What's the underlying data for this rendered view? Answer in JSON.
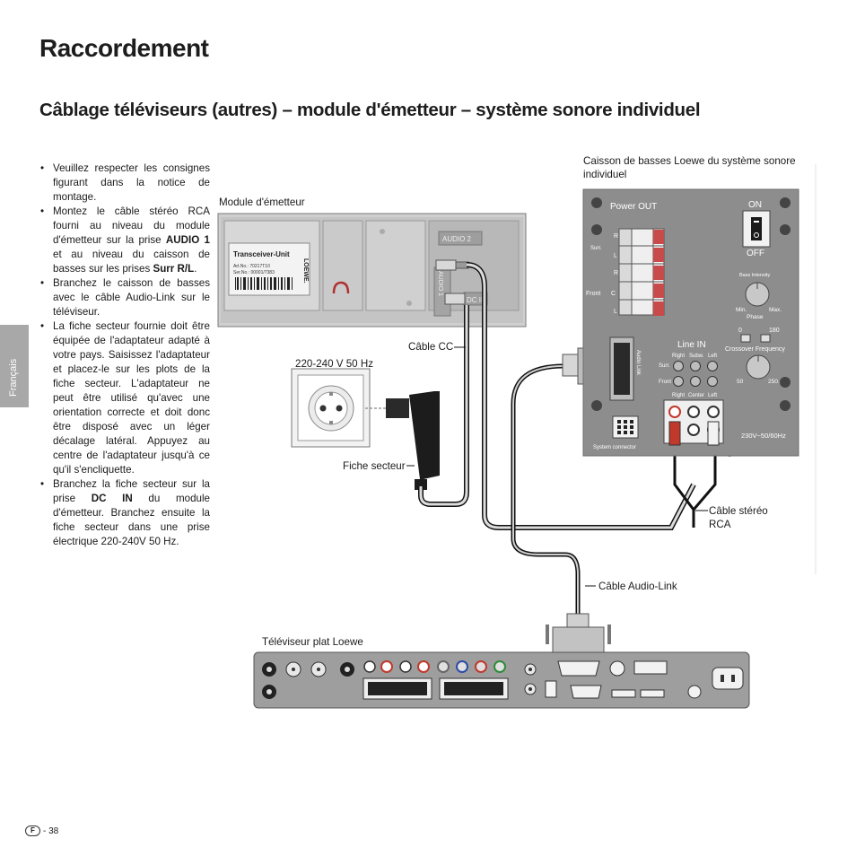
{
  "page_title": "Raccordement",
  "section_title": "Câblage téléviseurs (autres) – module d'émetteur – système sonore individuel",
  "side_tab": "Français",
  "instructions": [
    {
      "pre": "Veuillez respecter les consignes figurant dans la notice de montage.",
      "b1": "",
      "mid": "",
      "b2": "",
      "post": ""
    },
    {
      "pre": "Montez le câble stéréo RCA fourni au niveau du module d'émetteur sur la prise ",
      "b1": "AUDIO 1",
      "mid": " et au niveau du caisson de basses sur les prises ",
      "b2": "Surr R/L",
      "post": "."
    },
    {
      "pre": "Branchez le caisson de basses avec le câble Audio-Link sur le téléviseur.",
      "b1": "",
      "mid": "",
      "b2": "",
      "post": ""
    },
    {
      "pre": "La fiche secteur fournie doit être équipée de l'adaptateur adapté à votre pays. Saisissez l'adaptateur et placez-le sur les plots de la fiche secteur. L'adaptateur ne peut être utilisé qu'avec une orientation correcte et doit donc être disposé avec un léger décalage latéral. Appuyez au centre de l'adaptateur jusqu'à ce qu'il s'encliquette.",
      "b1": "",
      "mid": "",
      "b2": "",
      "post": ""
    },
    {
      "pre": "Branchez la fiche secteur sur la prise ",
      "b1": "DC IN",
      "mid": " du module d'émetteur. Branchez ensuite la fiche secteur dans une prise électrique 220-240V 50 Hz.",
      "b2": "",
      "post": ""
    }
  ],
  "diagram": {
    "module_label": "Module d'émetteur",
    "subwoofer_label": "Caisson de basses Loewe du système sonore individuel",
    "cable_dc_label": "Câble CC",
    "outlet_label": "220-240 V 50 Hz",
    "plug_label": "Fiche secteur",
    "cable_rca_label": "Câble stéréo RCA",
    "cable_audiolink_label": "Câble Audio-Link",
    "tv_label": "Téléviseur plat Loewe",
    "module": {
      "unit_title": "Transceiver-Unit",
      "art_no": "Art.No.: 70217T10",
      "ser_no": "Ser.No.: 00001/7383",
      "brand": "LOEWE.",
      "audio2": "AUDIO 2",
      "audio1": "AUDIO 1",
      "dc_in": "DC IN"
    },
    "subwoofer": {
      "power_out": "Power OUT",
      "on": "ON",
      "off": "OFF",
      "r": "R",
      "l": "L",
      "c": "C",
      "surr": "Surr.",
      "front": "Front",
      "bass_intensity": "Bass Intensity",
      "min": "Min.",
      "max": "Max.",
      "phase": "Phase",
      "phase_0": "0",
      "phase_180": "180",
      "line_in": "Line IN",
      "right": "Right",
      "subw": "Subw.",
      "left": "Left",
      "center": "Center",
      "audio_link": "Audio Link",
      "crossover": "Crossover Frequency",
      "freq_50": "50",
      "freq_250": "250.",
      "system_connector": "System connector",
      "mains": "230V~50/60Hz"
    }
  },
  "footer": {
    "badge": "F",
    "page": "- 38"
  }
}
